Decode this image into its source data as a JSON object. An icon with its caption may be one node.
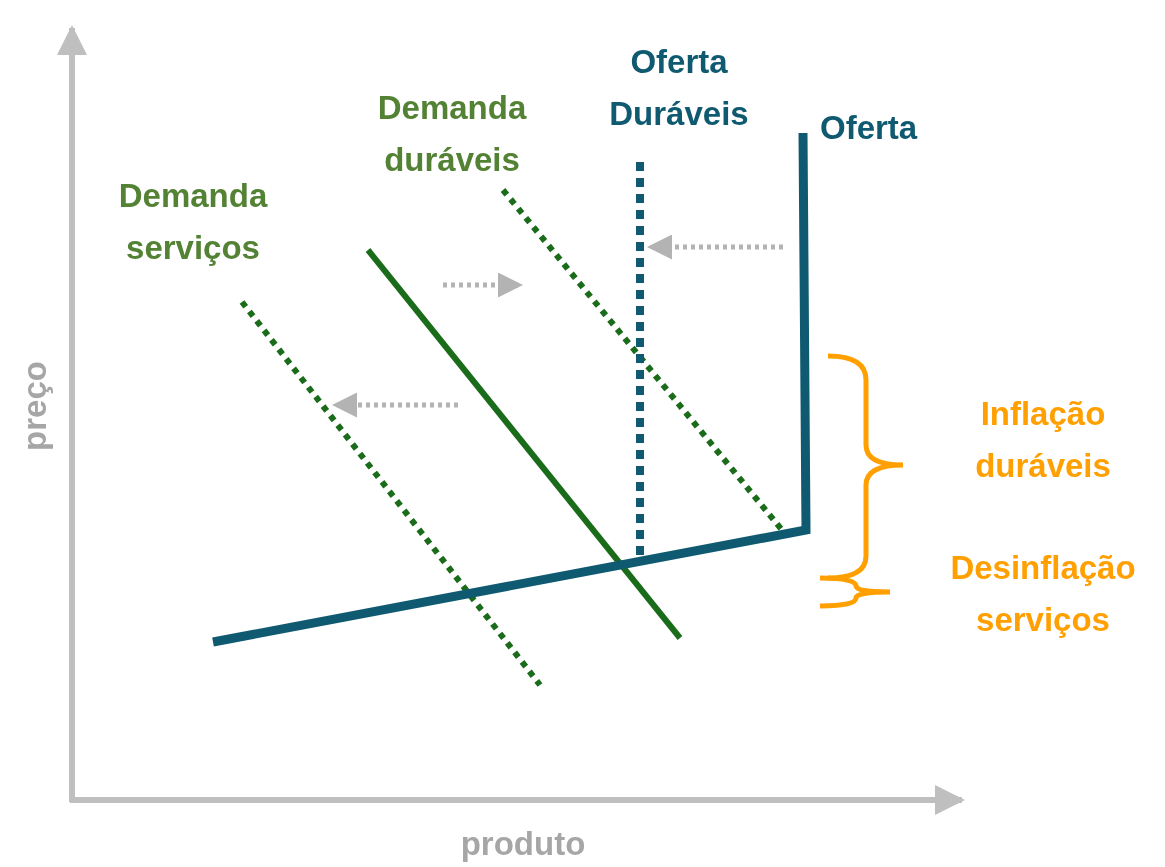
{
  "diagram": {
    "labels": [
      "Oferta Duráveis",
      "Demanda duráveis",
      "Oferta",
      "Demanda serviços",
      "preço",
      "Inflação duráveis",
      "Desinflação serviços",
      "produto"
    ]
  }
}
